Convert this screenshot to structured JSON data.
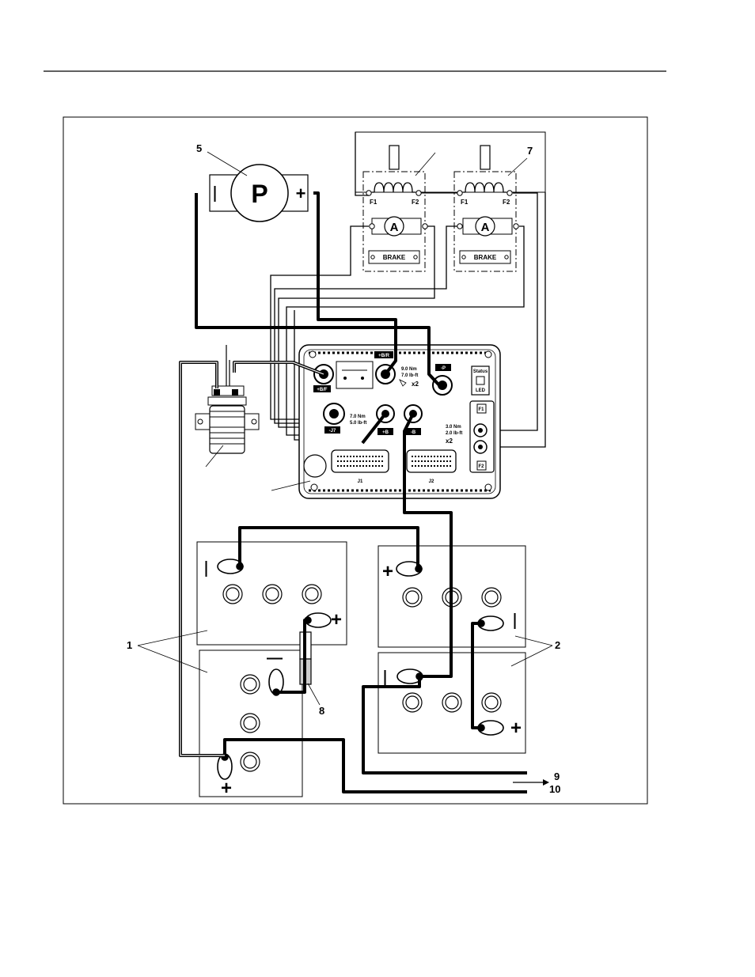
{
  "callouts": {
    "c1": "1",
    "c2": "2",
    "c5": "5",
    "c7": "7",
    "c8": "8",
    "c9": "9",
    "c10": "10"
  },
  "pump": {
    "symbol": "P",
    "neg": "—",
    "pos": "+"
  },
  "motors": {
    "f1": "F1",
    "f2": "F2",
    "armature": "A",
    "brake": "BRAKE"
  },
  "controller": {
    "b_plus_r": "+B/R",
    "torque_a": "9.0 Nm",
    "torque_a2": "7.0 lb-ft",
    "x2": "x2",
    "p_a": "-P",
    "status": "Status",
    "led": "LED",
    "b_plus_f": "+B/F",
    "torque_b": "7.0 Nm",
    "torque_b2": "5.0 lb-ft",
    "j7": "-J7",
    "b_plus": "+B",
    "b_minus": "-B",
    "torque_c": "3.0 Nm",
    "torque_c2": "2.0 lb-ft",
    "f1": "F1",
    "f2": "F2",
    "j1": "J1",
    "j2": "J2"
  },
  "batteries": {
    "neg": "—",
    "pos": "+"
  }
}
